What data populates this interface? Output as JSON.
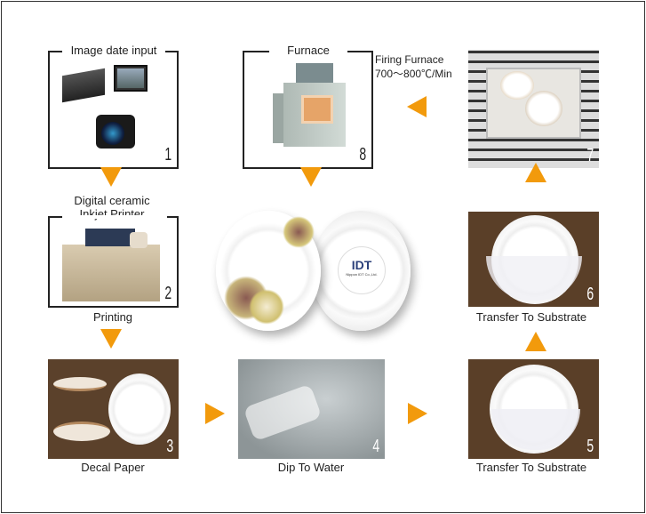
{
  "steps": [
    {
      "num": "1",
      "title": "Image date input"
    },
    {
      "num": "2",
      "title_line1": "Digital ceramic",
      "title_line2": "Inkjet Printer",
      "caption": "Printing"
    },
    {
      "num": "3",
      "caption": "Decal Paper"
    },
    {
      "num": "4",
      "caption": "Dip To Water"
    },
    {
      "num": "5",
      "caption": "Transfer To Substrate"
    },
    {
      "num": "6",
      "caption": "Transfer To Substrate"
    },
    {
      "num": "7"
    },
    {
      "num": "8",
      "title": "Furnace"
    }
  ],
  "firing": {
    "line1": "Firing Furnace",
    "line2": "700～800℃/Min"
  },
  "product": {
    "logo": "IDT",
    "logo_sub": "Nippon IDT Co.,Ltd."
  },
  "colors": {
    "arrow": "#f29a0c"
  }
}
